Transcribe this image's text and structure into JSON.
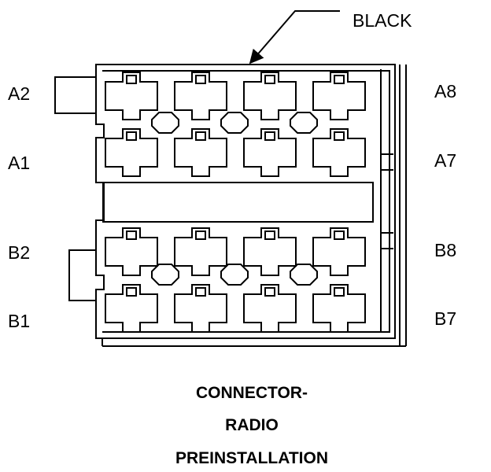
{
  "callout": {
    "label": "BLACK"
  },
  "pin_labels": {
    "left": [
      "A2",
      "A1",
      "B2",
      "B1"
    ],
    "right": [
      "A8",
      "A7",
      "B8",
      "B7"
    ]
  },
  "caption": [
    "CONNECTOR-",
    "RADIO",
    "PREINSTALLATION"
  ]
}
